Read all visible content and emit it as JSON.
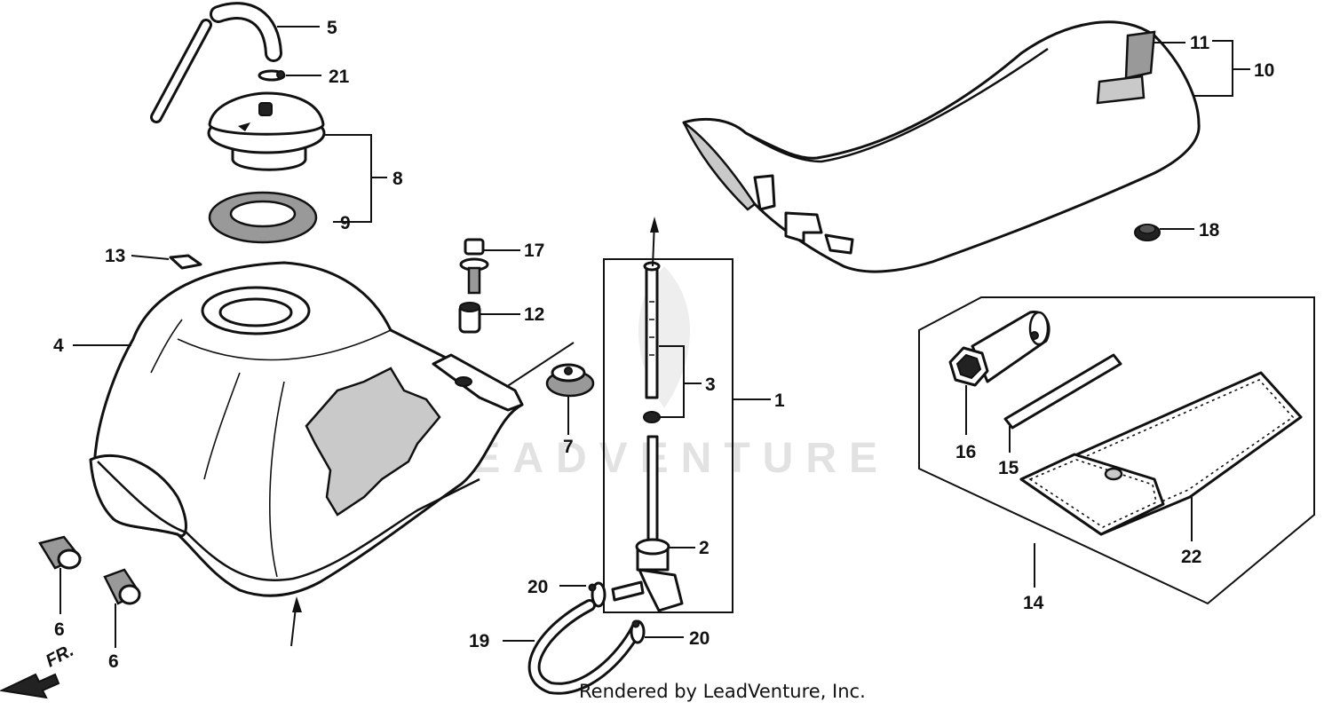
{
  "watermark": "LEADVENTURE",
  "credit": "Rendered by LeadVenture, Inc.",
  "direction_label": "FR.",
  "callouts": {
    "p1": "1",
    "p2": "2",
    "p3": "3",
    "p4": "4",
    "p5": "5",
    "p6a": "6",
    "p6b": "6",
    "p7": "7",
    "p8": "8",
    "p9": "9",
    "p10": "10",
    "p11": "11",
    "p12": "12",
    "p13": "13",
    "p14": "14",
    "p15": "15",
    "p16": "16",
    "p17": "17",
    "p18": "18",
    "p19": "19",
    "p20a": "20",
    "p20b": "20",
    "p21": "21",
    "p22": "22"
  }
}
